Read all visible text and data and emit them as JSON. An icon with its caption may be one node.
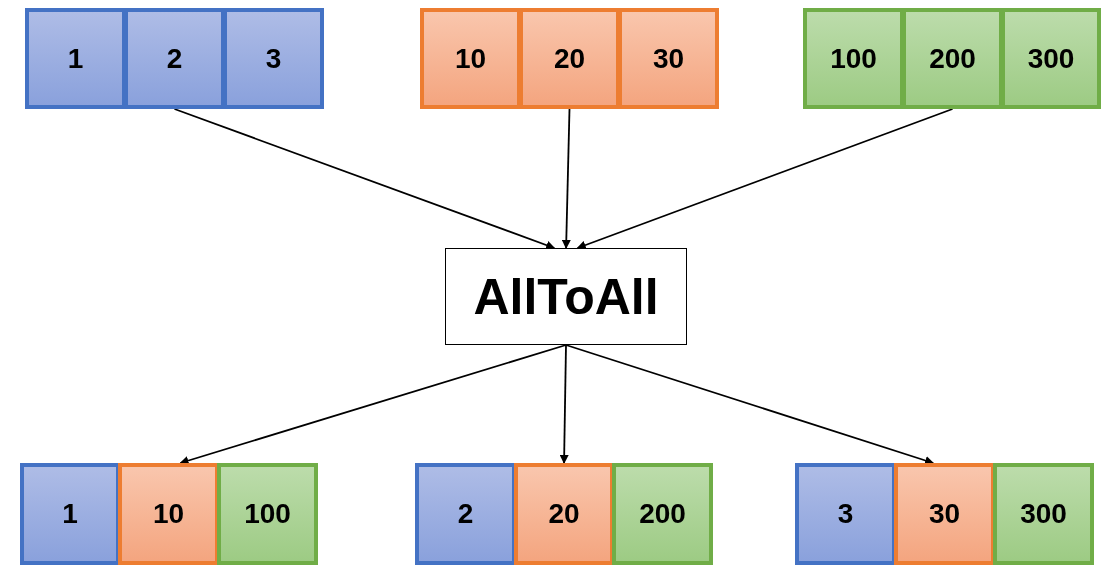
{
  "diagram": {
    "nodes": [
      {
        "text": [
          "1"
        ]
      },
      {
        "text": [
          "2"
        ]
      },
      {
        "text": [
          "3"
        ]
      },
      {
        "text": [
          "10"
        ]
      },
      {
        "text": [
          "20"
        ]
      },
      {
        "text": [
          "30"
        ]
      },
      {
        "text": [
          "100"
        ]
      },
      {
        "text": [
          "200"
        ]
      },
      {
        "text": [
          "300"
        ]
      },
      {
        "text": [
          "AllToAll"
        ]
      },
      {
        "text": [
          "1"
        ]
      },
      {
        "text": [
          "10"
        ]
      },
      {
        "text": [
          "100"
        ]
      },
      {
        "text": [
          "2"
        ]
      },
      {
        "text": [
          "20"
        ]
      },
      {
        "text": [
          "200"
        ]
      },
      {
        "text": [
          "3"
        ]
      },
      {
        "text": [
          "30"
        ]
      },
      {
        "text": [
          "300"
        ]
      }
    ],
    "edges": [
      {
        "from": 1,
        "to": 9,
        "arrow": "to"
      },
      {
        "from": 4,
        "to": 9,
        "arrow": "to"
      },
      {
        "from": 7,
        "to": 9,
        "arrow": "to"
      },
      {
        "from": 9,
        "to": 11,
        "arrow": "to"
      },
      {
        "from": 9,
        "to": 14,
        "arrow": "to"
      },
      {
        "from": 9,
        "to": 17,
        "arrow": "to"
      }
    ]
  }
}
